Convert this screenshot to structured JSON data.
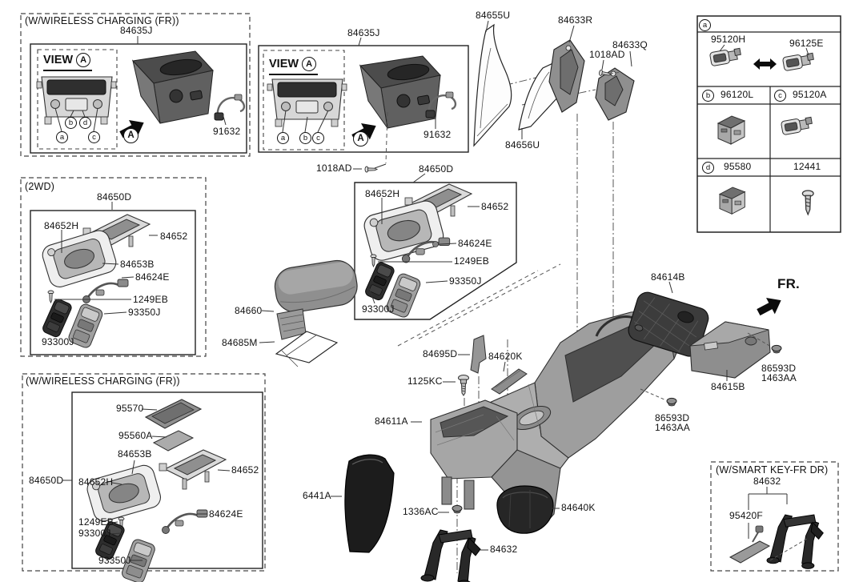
{
  "doc": {
    "type": "exploded-parts-diagram",
    "subject": "floor console assembly",
    "background": "#ffffff",
    "line_color": "#222222"
  },
  "labels": {
    "wireless_charging_fr": "(W/WIRELESS CHARGING (FR))",
    "smart_key_fr_dr": "(W/SMART KEY-FR DR)",
    "two_wd": "(2WD)",
    "view": "VIEW",
    "fr": "FR.",
    "p84635J": "84635J",
    "p91632": "91632",
    "p1018AD": "1018AD",
    "p84650D": "84650D",
    "p84655U": "84655U",
    "p84656U": "84656U",
    "p84633R": "84633R",
    "p84633Q": "84633Q",
    "p95120H": "95120H",
    "p96125E": "96125E",
    "p96120L": "96120L",
    "p95120A": "95120A",
    "p95580": "95580",
    "p12441": "12441",
    "p84652H": "84652H",
    "p84652": "84652",
    "p84653B": "84653B",
    "p84624E": "84624E",
    "p1249EB": "1249EB",
    "p93350J": "93350J",
    "p93300J": "93300J",
    "p84660": "84660",
    "p84685M": "84685M",
    "p84614B": "84614B",
    "p84615B": "84615B",
    "p86593D": "86593D",
    "p1463AA": "1463AA",
    "p84695D": "84695D",
    "p84620K": "84620K",
    "p1125KC": "1125KC",
    "p84611A": "84611A",
    "p6441A": "6441A",
    "p1336AC": "1336AC",
    "p84632": "84632",
    "p84640K": "84640K",
    "p95570": "95570",
    "p95560A": "95560A",
    "p95420F": "95420F"
  },
  "callouts": {
    "a": "a",
    "b": "b",
    "c": "c",
    "d": "d",
    "A": "A"
  }
}
